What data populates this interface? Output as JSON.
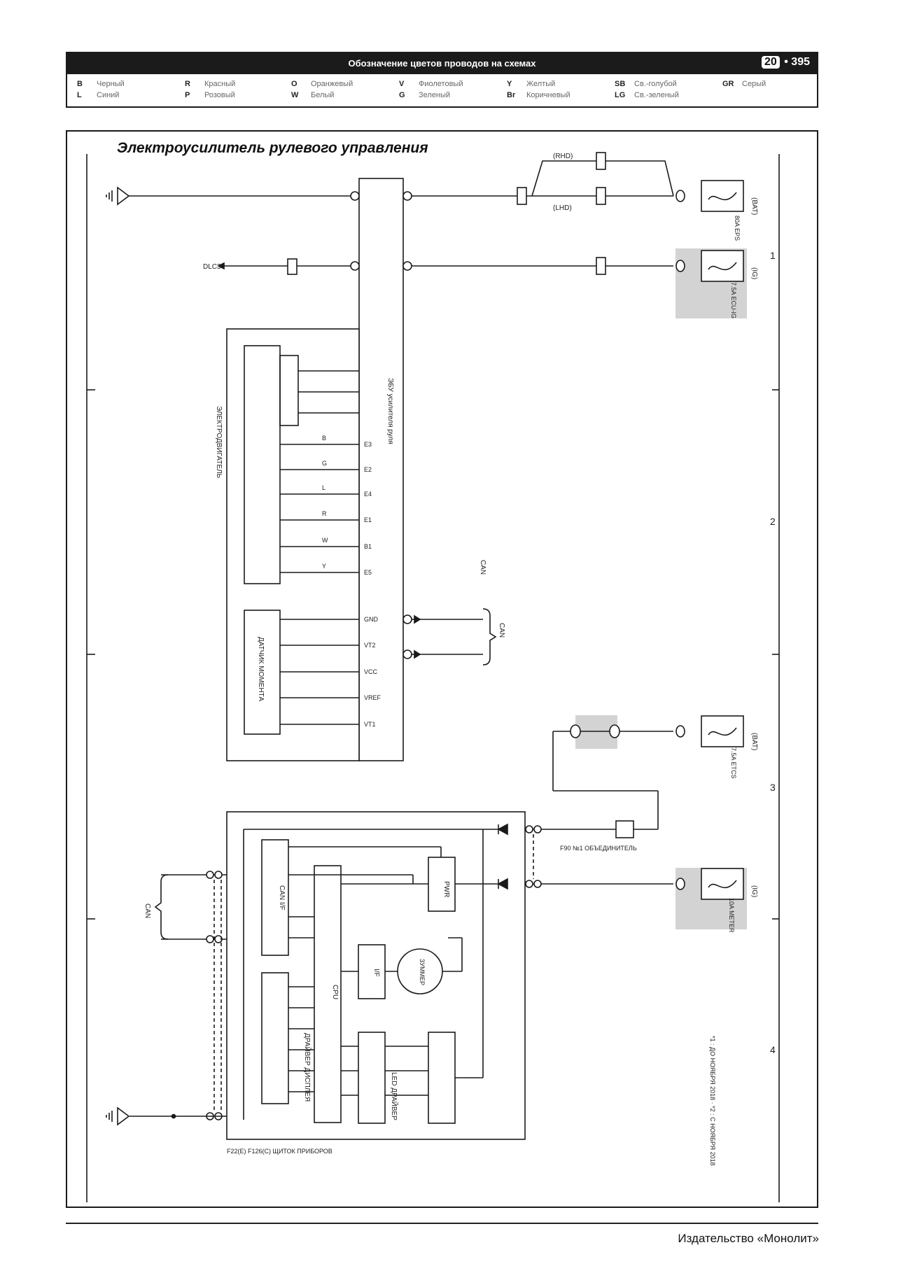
{
  "header": {
    "title": "Обозначение цветов проводов на схемах",
    "chapter": "20",
    "page": "395",
    "colors": [
      {
        "code": "B",
        "name": "Черный"
      },
      {
        "code": "L",
        "name": "Синий"
      },
      {
        "code": "R",
        "name": "Красный"
      },
      {
        "code": "P",
        "name": "Розовый"
      },
      {
        "code": "O",
        "name": "Оранжевый"
      },
      {
        "code": "W",
        "name": "Белый"
      },
      {
        "code": "V",
        "name": "Фиолетовый"
      },
      {
        "code": "G",
        "name": "Зеленый"
      },
      {
        "code": "Y",
        "name": "Желтый"
      },
      {
        "code": "Br",
        "name": "Коричневый"
      },
      {
        "code": "SB",
        "name": "Св.-голубой"
      },
      {
        "code": "LG",
        "name": "Св.-зеленый"
      },
      {
        "code": "GR",
        "name": "Серый"
      }
    ]
  },
  "diagram": {
    "title": "Электроусилитель рулевого управления",
    "zones": [
      "1",
      "2",
      "3",
      "4"
    ],
    "labels": {
      "dlc3": "DLC3",
      "ecu": "ЭБУ усилителя руля",
      "motor": "ЭЛЕКТРОДВИГАТЕЛЬ",
      "torque_sensor": "ДАТЧИК МОМЕНТА",
      "can": "CAN",
      "can_if": "CAN I/F",
      "cpu": "CPU",
      "pwr": "PWR",
      "buzzer": "ЗУММЕР",
      "if": "I/F",
      "display_driver": "ДРАЙВЕР ДИСПЛЕЯ",
      "led_driver": "LED ДРАЙВЕР",
      "meter_panel": "F22(E) F126(C) ЩИТОК ПРИБОРОВ",
      "connector": "F90 №1 ОБЪЕДИНИТЕЛЬ",
      "note": "*1 : ДО НОЯБРЯ 2018 · *2 : С НОЯБРЯ 2018",
      "bat": "(BAT)",
      "ig": "(IG)",
      "rhd": "(RHD)",
      "lhd": "(LHD)",
      "fuse_eps": "80A EPS",
      "fuse_ecuig": "7.5A ECU-IG",
      "fuse_etcs": "7.5A ETCS",
      "fuse_meter": "10A METER"
    },
    "ecu_pins": [
      "E3",
      "E2",
      "E4",
      "E1",
      "B1",
      "E5",
      "GND",
      "VT2",
      "VCC",
      "VREF",
      "VT1"
    ],
    "ecu_wires": [
      "B",
      "G",
      "L",
      "R",
      "W",
      "Y"
    ],
    "wire_colors": [
      "B",
      "R",
      "O",
      "P",
      "L",
      "G",
      "BR"
    ]
  },
  "footer": {
    "publisher": "Издательство «Монолит»"
  }
}
